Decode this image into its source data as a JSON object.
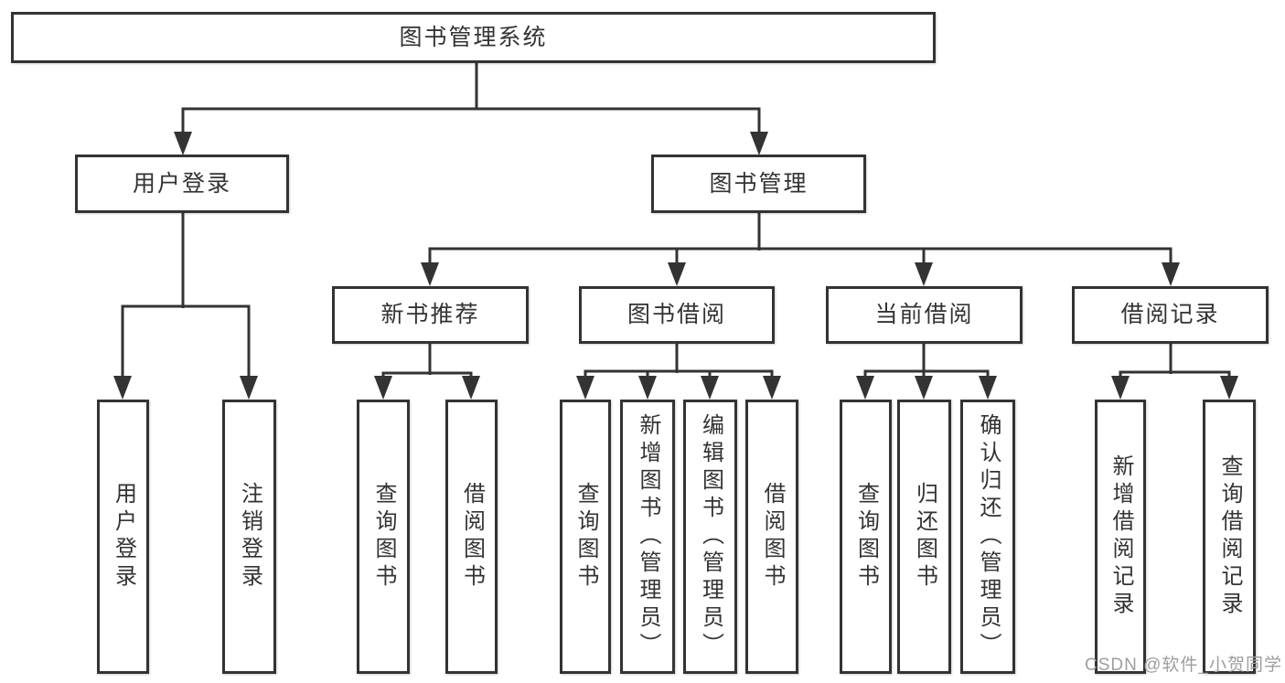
{
  "colors": {
    "line": "#333333",
    "text": "#333333",
    "background": "#ffffff",
    "watermark": "#9e9e9e"
  },
  "watermark": {
    "text": "CSDN @软件_小贺同学"
  },
  "diagram": {
    "type": "org-chart",
    "root": {
      "label": "图书管理系统",
      "children": [
        {
          "label": "用户登录",
          "children": [
            {
              "label": "用户登录"
            },
            {
              "label": "注销登录"
            }
          ]
        },
        {
          "label": "图书管理",
          "children": [
            {
              "label": "新书推荐",
              "children": [
                {
                  "label": "查询图书"
                },
                {
                  "label": "借阅图书"
                }
              ]
            },
            {
              "label": "图书借阅",
              "children": [
                {
                  "label": "查询图书"
                },
                {
                  "label": "新增图书（管理员）"
                },
                {
                  "label": "编辑图书（管理员）"
                },
                {
                  "label": "借阅图书"
                }
              ]
            },
            {
              "label": "当前借阅",
              "children": [
                {
                  "label": "查询图书"
                },
                {
                  "label": "归还图书"
                },
                {
                  "label": "确认归还（管理员）"
                }
              ]
            },
            {
              "label": "借阅记录",
              "children": [
                {
                  "label": "新增借阅记录"
                },
                {
                  "label": "查询借阅记录"
                }
              ]
            }
          ]
        }
      ]
    }
  }
}
